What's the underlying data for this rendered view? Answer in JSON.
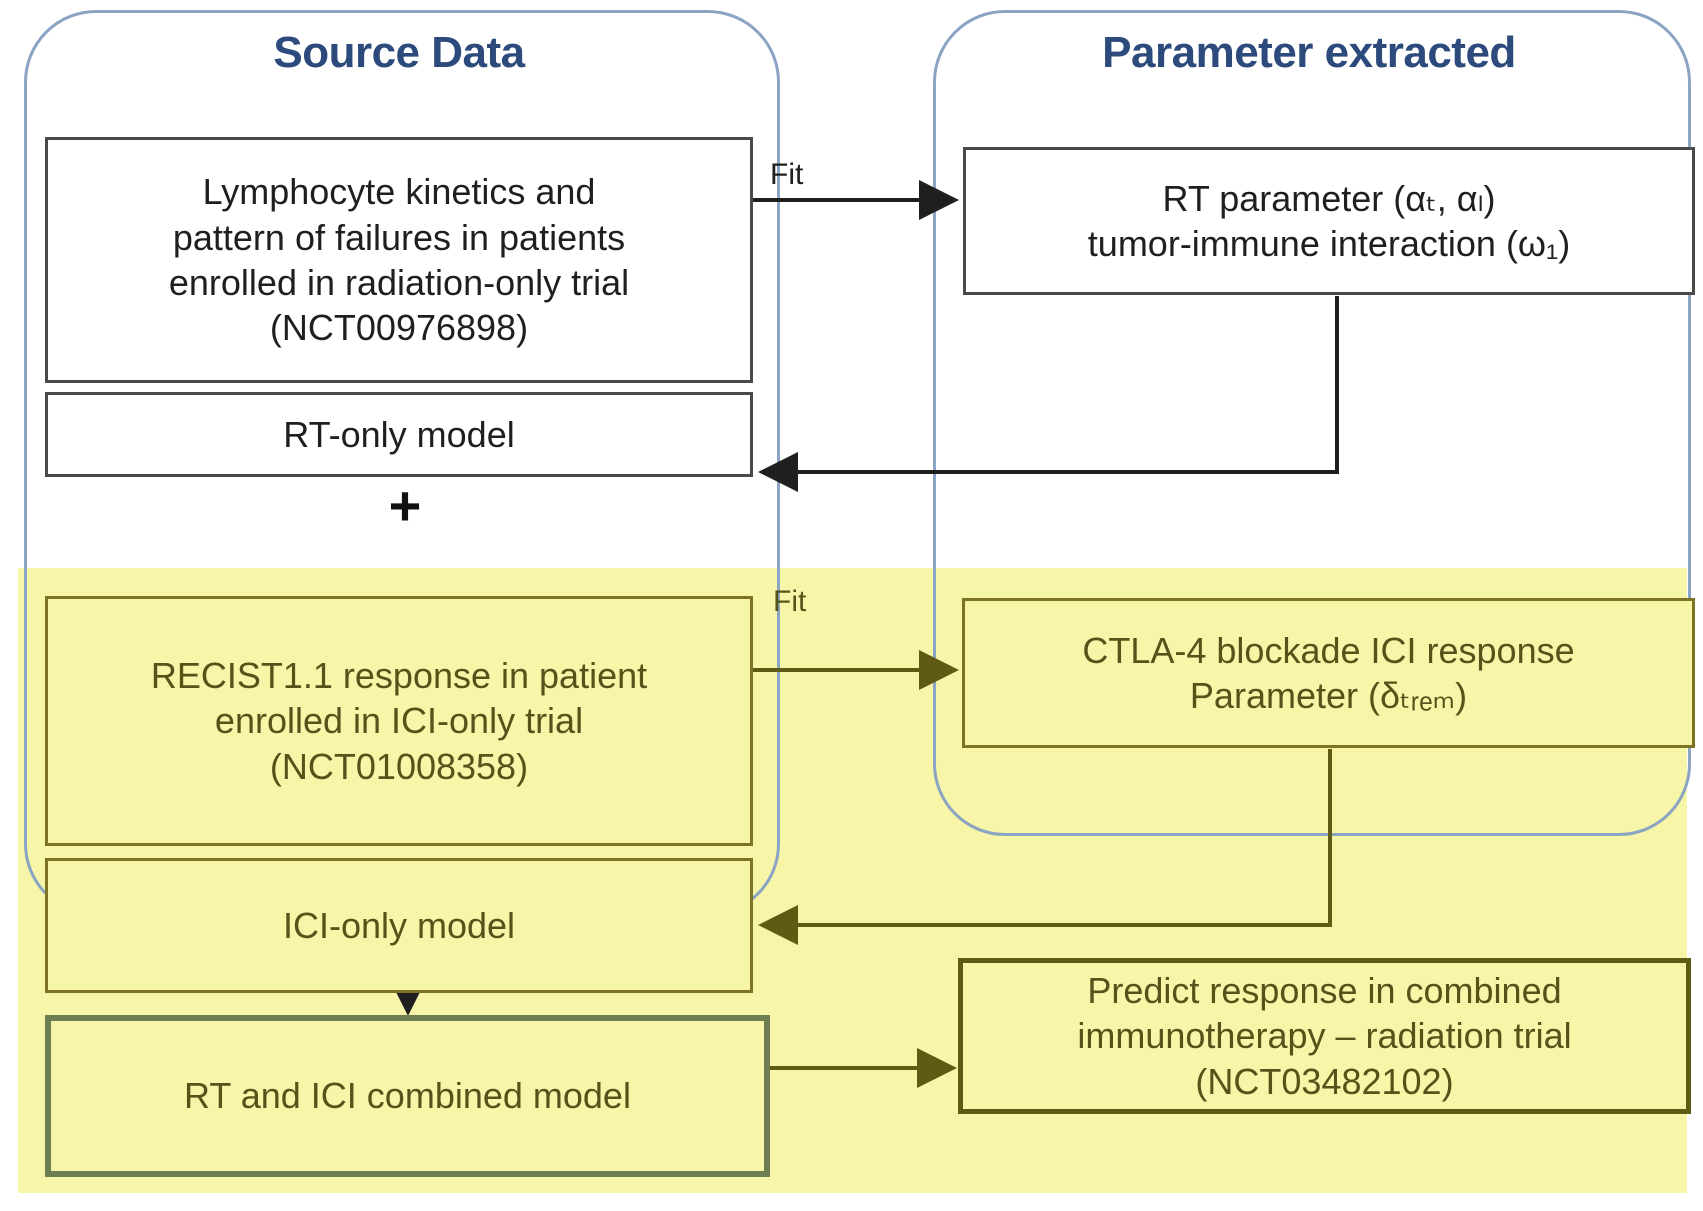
{
  "figure": {
    "type": "flow-diagram",
    "title_left": "Source Data",
    "title_right": "Parameter extracted",
    "plus": "+",
    "colors": {
      "panel_border": "#8ba4c4",
      "panel_title": "#2c4a7c",
      "highlight_band": "#f7f5a8",
      "olive_border": "#7c7424",
      "olive_text": "#55521a",
      "combined_border": "#6f7d52",
      "box_border": "#4a4a4a"
    }
  },
  "boxes": {
    "lymphocyte": {
      "lines": [
        "Lymphocyte kinetics and",
        "pattern of failures in patients",
        "enrolled in radiation-only trial",
        "(NCT00976898)"
      ]
    },
    "rt_only_model": {
      "label": "RT-only model"
    },
    "recist": {
      "lines": [
        "RECIST1.1 response in patient",
        "enrolled in ICI-only trial",
        "(NCT01008358)"
      ]
    },
    "ici_only_model": {
      "label": "ICI-only model"
    },
    "combined_model": {
      "label": "RT and ICI combined model"
    },
    "rt_parameter": {
      "line1": "RT parameter (αₜ, αₗ)",
      "line2": "tumor-immune interaction (ω₁)"
    },
    "ctla_parameter": {
      "line1": "CTLA-4 blockade ICI response",
      "line2": "Parameter (δₜᵣₑₘ)"
    },
    "predict": {
      "lines": [
        "Predict response in combined",
        "immunotherapy – radiation trial",
        "(NCT03482102)"
      ]
    }
  },
  "connectors": {
    "fit_top": "Fit",
    "fit_bottom": "Fit"
  }
}
